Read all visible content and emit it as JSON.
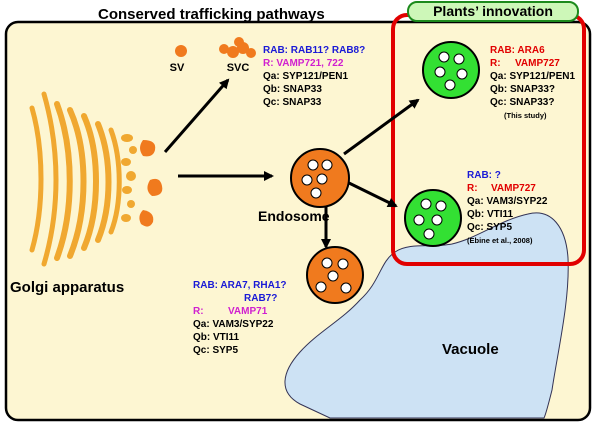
{
  "header": {
    "title": "Conserved trafficking pathways",
    "innovation_badge": "Plants’ innovation"
  },
  "labels": {
    "sv": "SV",
    "svc": "SVC",
    "golgi": "Golgi apparatus",
    "endosome": "Endosome",
    "vacuole": "Vacuole"
  },
  "svc_box": {
    "rab": "RAB: RAB11? RAB8?",
    "r": "R:  VAMP721, 722",
    "qa": "Qa: SYP121/PEN1",
    "qb": "Qb: SNAP33",
    "qc": "Qc: SNAP33"
  },
  "ara6_box": {
    "rab": "RAB: ARA6",
    "r_prefix": "R:",
    "r_value": "VAMP727",
    "qa": "Qa: SYP121/PEN1",
    "qb": "Qb: SNAP33?",
    "qc": "Qc: SNAP33?",
    "note": "(This study)"
  },
  "vac_box": {
    "rab": "RAB: ?",
    "r_prefix": "R:",
    "r_value": "VAMP727",
    "qa": "Qa: VAM3/SYP22",
    "qb": "Qb: VTI11",
    "qc": "Qc: SYP5",
    "note": "(Ebine et al., 2008)"
  },
  "lower_box": {
    "rab1": "RAB: ARA7, RHA1?",
    "rab2": "RAB7?",
    "r_prefix": "R:",
    "r_value": "VAMP71",
    "qa": "Qa: VAM3/SYP22",
    "qb": "Qb: VTI11",
    "qc": "Qc: SYP5"
  },
  "colors": {
    "cell_fill": "#fdf6d2",
    "golgi": "#f0a830",
    "endosome": "#f07a1e",
    "innovation_vesicle": "#33e033",
    "innovation_frame": "#e10000",
    "badge_fill": "#cdf7b8",
    "vacuole": "#cde2f4",
    "rab_text": "#1a1ad6",
    "r_text": "#d01fd0"
  }
}
